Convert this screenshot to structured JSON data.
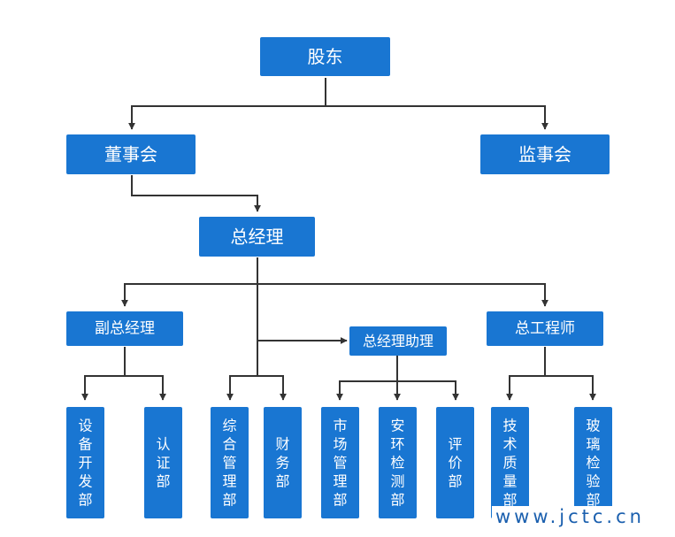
{
  "colors": {
    "box": "#1976d2",
    "line": "#333333",
    "text": "#ffffff",
    "watermark": "#1a5fae"
  },
  "nodes": {
    "shareholders": "股东",
    "board": "董事会",
    "supervisors": "监事会",
    "gm": "总经理",
    "deputy_gm": "副总经理",
    "gm_assistant": "总经理助理",
    "chief_engineer": "总工程师",
    "equipment_dev": "设备开发部",
    "certification": "认证部",
    "general_mgmt": "综合管理部",
    "finance": "财务部",
    "market_mgmt": "市场管理部",
    "safety_env": "安环检测部",
    "evaluation": "评价部",
    "tech_quality": "技术质量部",
    "glass_inspection": "玻璃检验部"
  },
  "watermark": "www.jctc.cn"
}
